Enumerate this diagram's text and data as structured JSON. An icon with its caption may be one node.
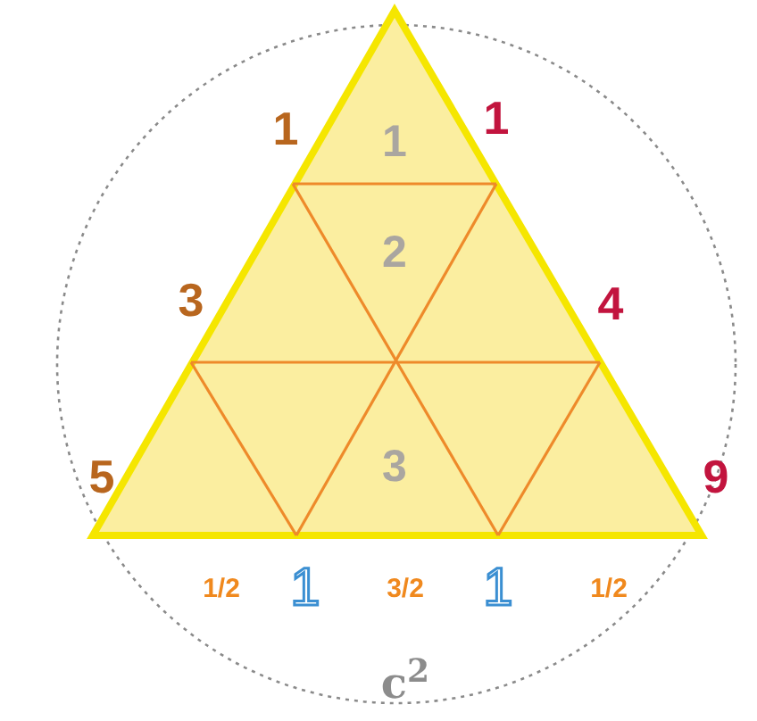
{
  "diagram": {
    "labels": [
      "1",
      "1",
      "1",
      "2",
      "3",
      "4",
      "5",
      "3",
      "9",
      "1/2",
      "1",
      "3/2",
      "1",
      "1/2",
      "c$^{2}$"
    ]
  }
}
